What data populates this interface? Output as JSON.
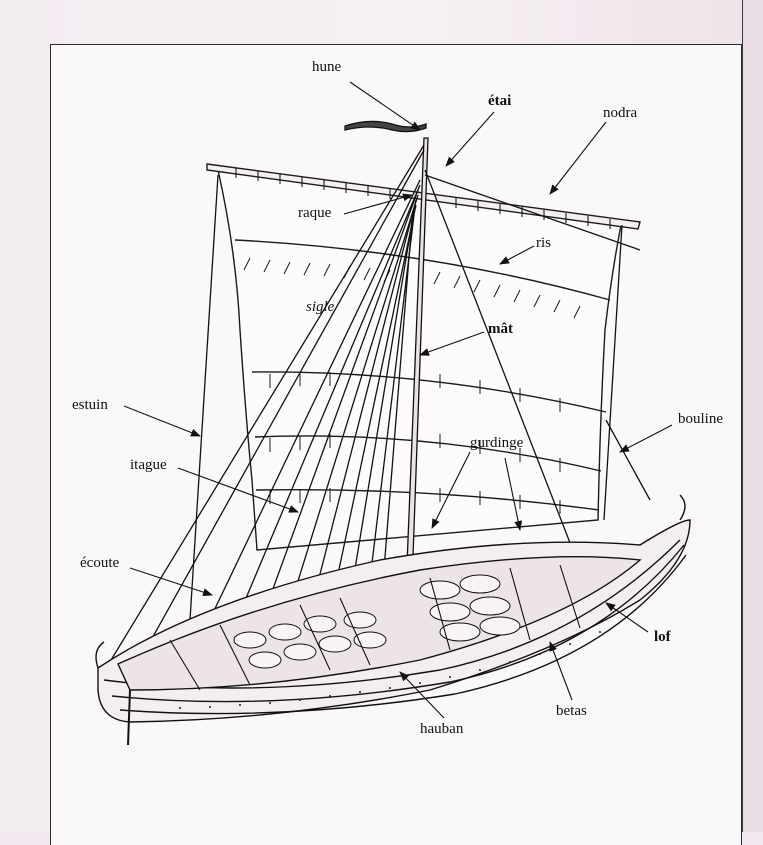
{
  "labels": {
    "hune": "hune",
    "etai": "étai",
    "nodra": "nodra",
    "raque": "raque",
    "ris": "ris",
    "sigle": "sigle",
    "mat": "mât",
    "estuin": "estuin",
    "bouline": "bouline",
    "itague": "itague",
    "gurdinge": "gurdinge",
    "ecoute": "écoute",
    "lof": "lof",
    "betas": "betas",
    "hauban": "hauban"
  }
}
